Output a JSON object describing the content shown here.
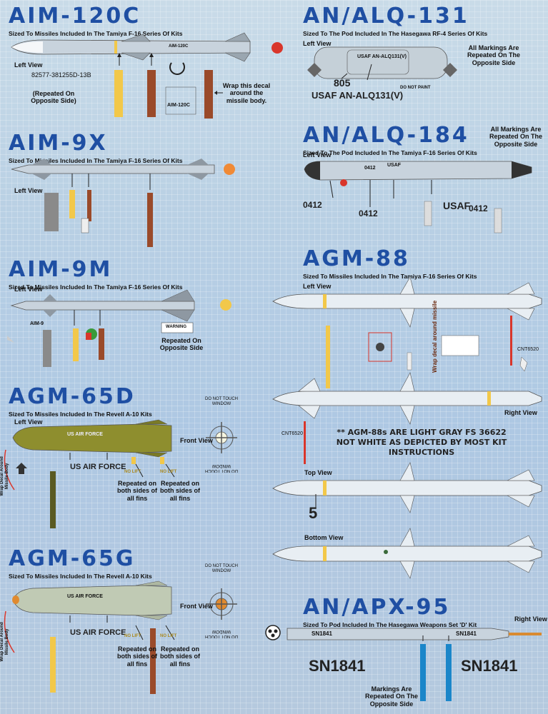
{
  "colors": {
    "title_blue": "#1f4fa3",
    "olive": "#8e8e2e",
    "missile_gray": "#c8d3dd",
    "rust": "#9a4a2a",
    "yellow": "#f2c84a",
    "red": "#d9362b",
    "blue_stripe": "#1b86c9"
  },
  "aim120c": {
    "title": "AIM-120C",
    "subtitle": "Sized To Missiles Included In The Tamiya F-16 Series Of Kits",
    "left_view": "Left View",
    "serial": "82577-381255D-13B",
    "repeat_note": "(Repeated On Opposite Side)",
    "wrap_note": "Wrap this decal around the missile body.",
    "body_text": "AIM-120C",
    "strip_text": "AIM-120C"
  },
  "alq131": {
    "title": "AN/ALQ-131",
    "subtitle": "Sized To The Pod Included In The Hasegawa RF-4 Series Of Kits",
    "left_view": "Left View",
    "pod_text": "USAF AN-ALQ131(V)",
    "number": "805",
    "big_text": "USAF AN-ALQ131(V)",
    "repeat_note": "All Markings Are Repeated On The Opposite Side",
    "do_not_paint": "DO NOT PAINT"
  },
  "aim9x": {
    "title": "AIM-9X",
    "subtitle": "Sized To Missiles Included In The Tamiya F-16 Series Of Kits",
    "left_view": "Left View"
  },
  "alq184": {
    "title": "AN/ALQ-184",
    "subtitle": "Sized To The Pod Included In The Tamiya F-16 Series Of Kits",
    "left_view": "Left View",
    "repeat_note": "All Markings Are Repeated On The Opposite Side",
    "num": "0412",
    "usaf": "USAF",
    "usaf_big": "USAF",
    "num_big": "0412"
  },
  "aim9m": {
    "title": "AIM-9M",
    "subtitle": "Sized To Missiles Included In The Tamiya F-16 Series Of Kits",
    "left_view": "Left View",
    "repeat_note": "Repeated On Opposite Side",
    "warning": "WARNING",
    "label": "AIM-9"
  },
  "agm88": {
    "title": "AGM-88",
    "subtitle": "Sized To Missiles Included In The Tamiya F-16 Series Of Kits",
    "left_view": "Left View",
    "wrap_note": "Wrap decal around missile",
    "right_view": "Right View",
    "top_view": "Top View",
    "bottom_view": "Bottom View",
    "note": "** AGM-88s ARE LIGHT GRAY FS 36622 NOT WHITE AS DEPICTED BY MOST KIT INSTRUCTIONS",
    "code": "CNT6520",
    "top_num": "5"
  },
  "agm65d": {
    "title": "AGM-65D",
    "subtitle": "Sized To Missiles Included In The Revell A-10 Kits",
    "left_view": "Left View",
    "usaf": "US AIR FORCE",
    "usaf_body": "US AIR FORCE",
    "front_view": "Front View",
    "dnt": "DO NOT TOUCH WINDOW",
    "fins1": "Repeated on both sides of all fins",
    "fins2": "Repeated on both sides of all fins",
    "wrap": "Wrap Decal Around Missile Body",
    "no_lift": "NO LIFT"
  },
  "agm65g": {
    "title": "AGM-65G",
    "subtitle": "Sized To Missiles Included In The Revell A-10 Kits",
    "usaf": "US AIR FORCE",
    "usaf_body": "US AIR FORCE",
    "front_view": "Front View",
    "dnt": "DO NOT TOUCH WINDOW",
    "fins1": "Repeated on both sides of all fins",
    "fins2": "Repeated on both sides of all fins",
    "wrap": "Wrap Decal Around Missile Body",
    "no_lift": "NO LIFT"
  },
  "apx95": {
    "title": "AN/APX-95",
    "subtitle": "Sized To Pod Included In The Hasegawa Weapons Set 'D' Kit",
    "right_view": "Right View",
    "sn": "SN1841",
    "sn_big": "SN1841",
    "repeat_note": "Markings Are Repeated On The Opposite Side"
  }
}
